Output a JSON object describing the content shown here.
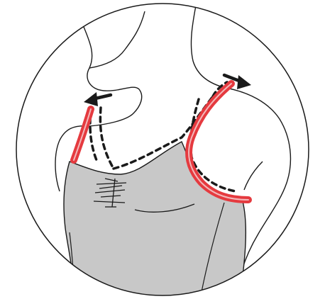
{
  "diagram": {
    "colors": {
      "background": "#ffffff",
      "outline": "#1a1a1a",
      "garment_fill": "#c8c8c8",
      "strap_red": "#e53a3f",
      "strap_inner": "#f3b8ba",
      "dashed": "#1a1a1a",
      "arrow": "#1a1a1a"
    },
    "elements": {
      "frame": "circular-frame",
      "figure": "torso-outline",
      "garment": "camisole",
      "seams": "dashed-original-strap-lines",
      "straps": "red-adjusted-straps",
      "gathers": "center-ruching",
      "arrows": [
        "arrow-left-outward",
        "arrow-right-outward"
      ]
    }
  }
}
